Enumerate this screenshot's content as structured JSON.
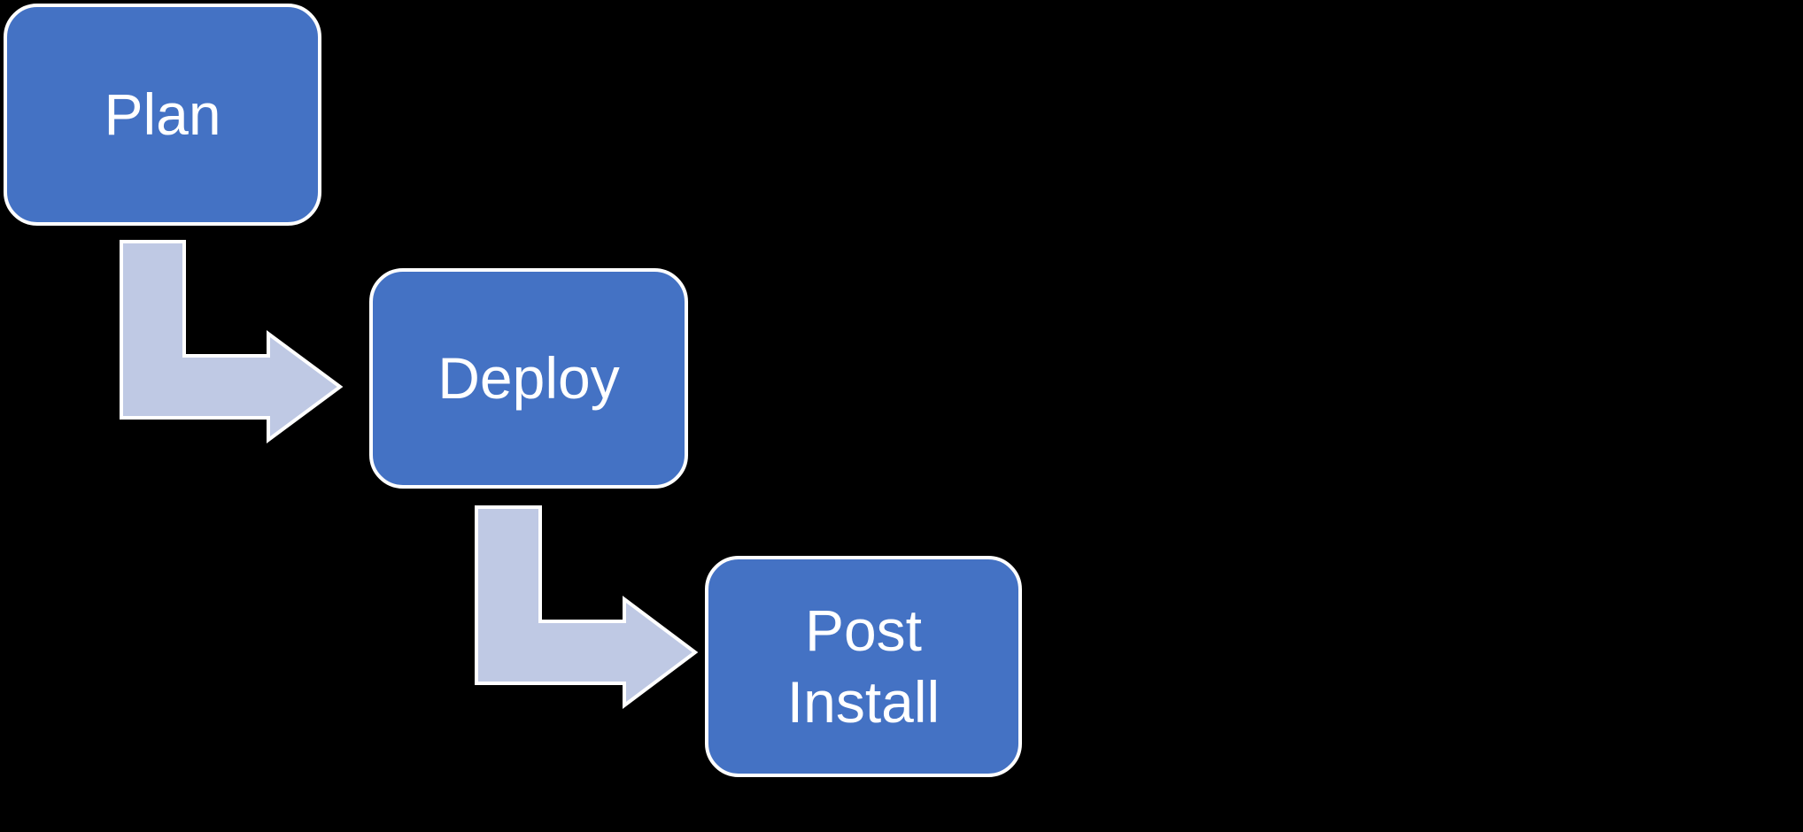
{
  "diagram": {
    "type": "step-down-process-flowchart",
    "background_color": "#000000",
    "node_fill_color": "#4472C4",
    "node_border_color": "#FFFFFF",
    "node_text_color": "#FFFFFF",
    "arrow_fill_color": "#BFC9E4",
    "arrow_border_color": "#FFFFFF",
    "nodes": [
      {
        "label": "Plan"
      },
      {
        "label": "Deploy"
      },
      {
        "label": "Post Install"
      }
    ],
    "connections": [
      {
        "from": "Plan",
        "to": "Deploy",
        "style": "bent-elbow-arrow"
      },
      {
        "from": "Deploy",
        "to": "Post Install",
        "style": "bent-elbow-arrow"
      }
    ]
  }
}
